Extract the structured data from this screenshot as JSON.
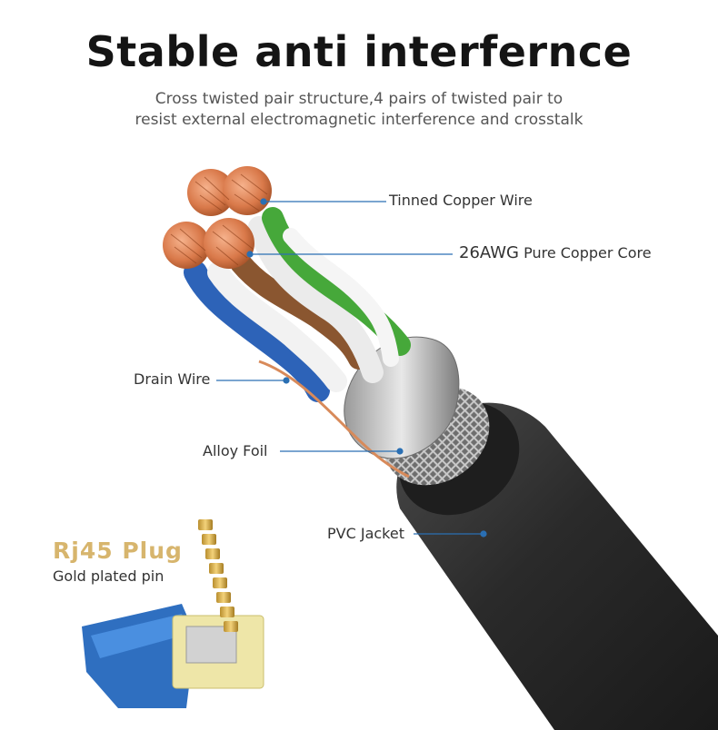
{
  "heading": {
    "title": "Stable anti interfernce",
    "subtitle_line1": "Cross twisted pair structure,4 pairs of twisted pair to",
    "subtitle_line2": "resist external electromagnetic interference and crosstalk"
  },
  "callouts": {
    "tinned_copper": "Tinned Copper Wire",
    "core_gauge": "26AWG",
    "core_text": "Pure Copper Core",
    "drain_wire": "Drain Wire",
    "alloy_foil": "Alloy Foil",
    "pvc_jacket": "PVC  Jacket"
  },
  "plug": {
    "title": "Rj45  Plug",
    "subtitle": "Gold plated pin"
  },
  "colors": {
    "accent_line": "#2a6fb3",
    "gold": "#d7b56d",
    "jacket": "#2b2b2b",
    "copper": "#d9794a",
    "plug_blue": "#2f6fc0"
  }
}
